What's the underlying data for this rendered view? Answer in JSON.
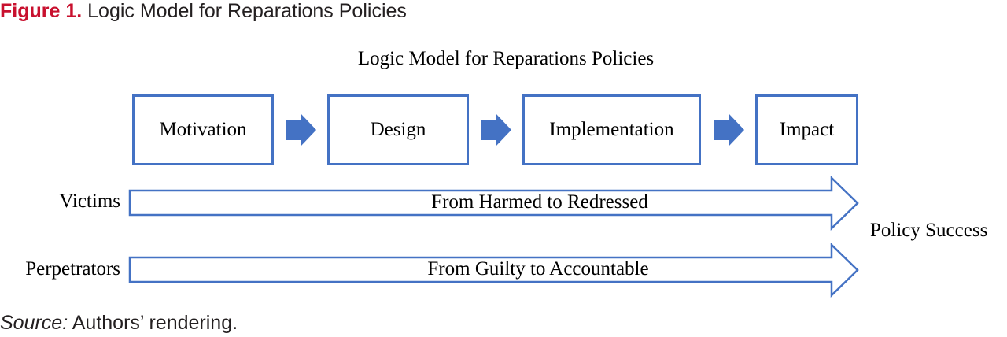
{
  "caption": {
    "number": "Figure 1.",
    "title": "Logic Model for Reparations Policies"
  },
  "diagram": {
    "title": "Logic Model for Reparations Policies",
    "stages": [
      "Motivation",
      "Design",
      "Implementation",
      "Impact"
    ],
    "rows": [
      {
        "label": "Victims",
        "band": "From Harmed to Redressed"
      },
      {
        "label": "Perpetrators",
        "band": "From Guilty to Accountable"
      }
    ],
    "outcome": "Policy Success",
    "colors": {
      "stroke": "#4472c4",
      "arrow_fill": "#4472c4",
      "caption_accent": "#c8102e"
    }
  },
  "source": {
    "label": "Source:",
    "text": "Authors’ rendering."
  }
}
